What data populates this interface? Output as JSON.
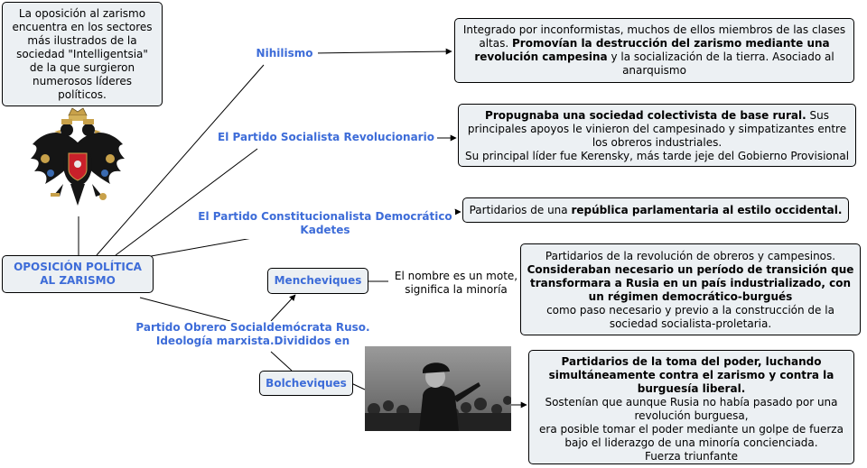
{
  "root": {
    "text": "OPOSICIÓN POLÍTICA AL ZARISMO"
  },
  "intro": {
    "text": "La oposición al zarismo encuentra en los sectores más ilustrados de la sociedad \"Intelligentsia\" de la que surgieron numerosos líderes políticos."
  },
  "nihilismo": {
    "label": "Nihilismo",
    "desc_1": "Integrado por inconformistas, muchos de ellos miembros de las clases altas. ",
    "desc_bold": "Promovían la destrucción del zarismo mediante una revolución campesina",
    "desc_2": " y la socialización de la tierra. Asociado al anarquismo"
  },
  "socialista": {
    "label": "El Partido Socialista Revolucionario",
    "desc_bold": "Propugnaba una sociedad colectivista de base rural.",
    "desc_1": " Sus principales apoyos le vinieron del campesinado y simpatizantes  entre los obreros industriales.",
    "desc_2": "Su principal líder fue Kerensky, más tarde jeje del Gobierno Provisional"
  },
  "kadetes": {
    "label_1": "El Partido Constitucionalista Democrático",
    "label_2": "Kadetes",
    "desc_1": "Partidarios de una ",
    "desc_bold": "república parlamentaria al estilo occidental."
  },
  "pso": {
    "label_1": "Partido Obrero Socialdemócrata Ruso.",
    "label_2": "Ideología marxista.Divididos en"
  },
  "mencheviques": {
    "label": "Mencheviques",
    "note_1": "El nombre es un mote,",
    "note_2": "significa la minoría",
    "desc_1": "Partidarios de la revolución de obreros y campesinos.",
    "desc_bold": "Consideraban necesario un período de transición que transformara a Rusia en un país industrializado, con un régimen democrático-burgués",
    "desc_2": "como paso necesario y previo a la construcción de la sociedad socialista-proletaria."
  },
  "bolcheviques": {
    "label": "Bolcheviques",
    "desc_bold": "Partidarios de la toma del poder, luchando simultáneamente contra el zarismo y contra la burguesía liberal.",
    "desc_1": "Sostenían que aunque Rusia no había pasado por una revolución burguesa,",
    "desc_2": "era posible tomar el poder mediante un golpe de fuerza bajo el liderazgo de una minoría concienciada.",
    "desc_3": "Fuerza triunfante"
  },
  "colors": {
    "concept": "#3d6cd8",
    "box_fill": "#ecf0f3",
    "line": "#000000"
  },
  "icons": {
    "emblem": "imperial-eagle-icon",
    "photo": "lenin-speech-photo"
  }
}
